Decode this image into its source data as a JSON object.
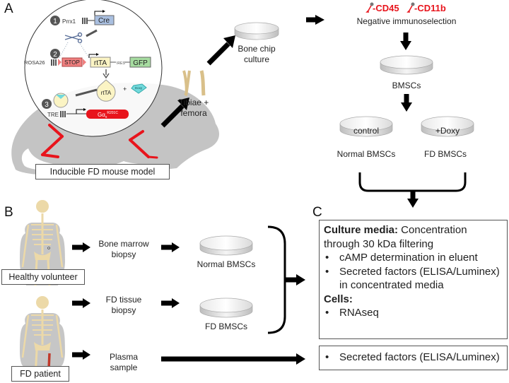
{
  "panels": {
    "a": "A",
    "b": "B",
    "c": "C"
  },
  "panel_a": {
    "steps": [
      "1",
      "2",
      "3"
    ],
    "promoter_1": "Prrx1",
    "gene_cre": "Cre",
    "promoter_2": "ROSA26",
    "stop": "STOP",
    "rtta": "rtTA",
    "ires": "IRES",
    "gfp": "GFP",
    "rtta_protein": "rtTA",
    "plus": "+",
    "doxy": "Doxy",
    "tre": "TRE",
    "gas": "Gα",
    "gas_sub": "s",
    "gas_sup": "R201C",
    "mouse_label": "Inducible FD mouse model",
    "bones_label_1": "Tibiae +",
    "bones_label_2": "femora",
    "bone_chip_1": "Bone chip",
    "bone_chip_2": "culture",
    "cd45": "-CD45",
    "cd11b": "-CD11b",
    "neg_selection": "Negative immunoselection",
    "bmscs": "BMSCs",
    "dish_control": "control",
    "dish_doxy": "+Doxy",
    "normal_bmscs": "Normal BMSCs",
    "fd_bmscs": "FD BMSCs"
  },
  "panel_b": {
    "healthy_label": "Healthy volunteer",
    "fd_patient_label": "FD patient",
    "bm_biopsy_1": "Bone marrow",
    "bm_biopsy_2": "biopsy",
    "fd_tissue_1": "FD tissue",
    "fd_tissue_2": "biopsy",
    "plasma_1": "Plasma",
    "plasma_2": "sample",
    "normal_bmscs": "Normal BMSCs",
    "fd_bmscs": "FD BMSCs"
  },
  "panel_c": {
    "culture_media_bold": "Culture media:",
    "culture_media_text": " Concentration through 30 kDa filtering",
    "bullet_camp": "cAMP determination in eluent",
    "bullet_secreted": "Secreted factors (ELISA/Luminex) in concentrated media",
    "cells_bold": "Cells:",
    "bullet_rnaseq": "RNAseq",
    "plasma_bullet": "Secreted factors (ELISA/Luminex)"
  },
  "colors": {
    "mouse_gray": "#c4c4c4",
    "bone_red": "#e8141c",
    "cre_blue": "#a9bfe0",
    "stop_red": "#f08080",
    "rtta_yellow": "#fbf4c4",
    "gfp_green": "#a6dca0",
    "doxy_cyan": "#72d9dc",
    "skeleton": "#ecd9a8"
  }
}
